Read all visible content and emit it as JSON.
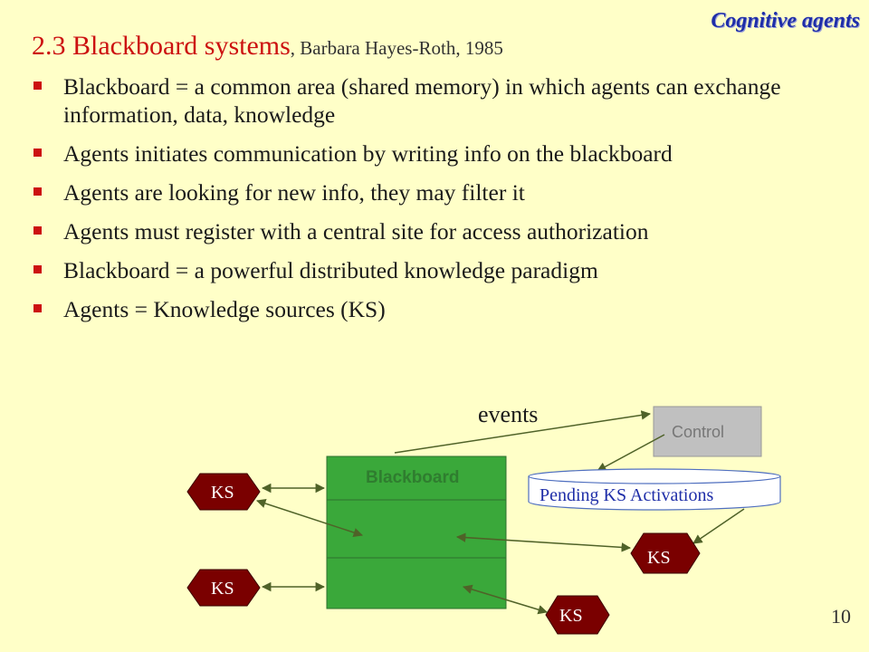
{
  "header": {
    "tag": "Cognitive agents"
  },
  "title": {
    "main": "2.3 Blackboard systems",
    "sub": ", Barbara Hayes-Roth, 1985"
  },
  "bullets": [
    "Blackboard = a common area (shared memory) in which agents can exchange information, data, knowledge",
    "Agents initiates communication by writing info on the blackboard",
    "Agents are looking for new info, they may filter it",
    "Agents must register with a central site for access authorization",
    "Blackboard = a powerful distributed knowledge paradigm",
    "Agents = Knowledge sources (KS)"
  ],
  "diagram": {
    "events_label": "events",
    "blackboard_label": "Blackboard",
    "control_label": "Control",
    "pending_label": "Pending KS Activations",
    "ks_label": "KS"
  },
  "colors": {
    "background": "#ffffc8",
    "title": "#cc1111",
    "tag": "#1f2ea8",
    "blackboard": "#3aa83a",
    "ks": "#7a0000",
    "control": "#c0c0c0",
    "arrows": "#4f6228"
  },
  "footer": {
    "page_number": "10"
  }
}
